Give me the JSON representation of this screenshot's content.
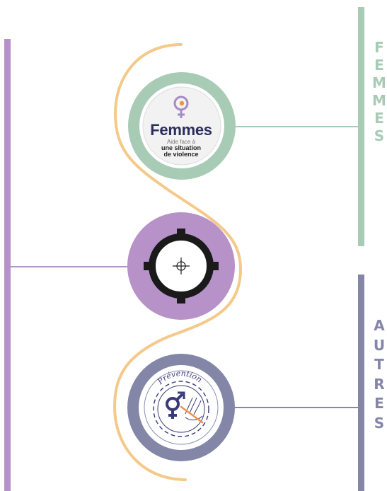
{
  "colors": {
    "purple": "#b692c8",
    "mint": "#a8cbb6",
    "slate": "#8486a8",
    "wave": "#f4c98a",
    "navy": "#3a3a78",
    "black": "#1a1a1a",
    "orange": "#f0914a"
  },
  "femmes": {
    "letters": [
      "F",
      "E",
      "M",
      "M",
      "E",
      "S"
    ],
    "badge": {
      "title": "Femmes",
      "line1": "Aide face à",
      "line2": "une situation",
      "line3": "de violence",
      "icon": "female-symbol-icon"
    }
  },
  "center": {
    "icon": "crosshair-target-icon"
  },
  "autres": {
    "letters": [
      "A",
      "U",
      "T",
      "R",
      "E",
      "S"
    ],
    "badge": {
      "label": "Prévention",
      "icon": "gender-symbol-gear-icon"
    }
  }
}
